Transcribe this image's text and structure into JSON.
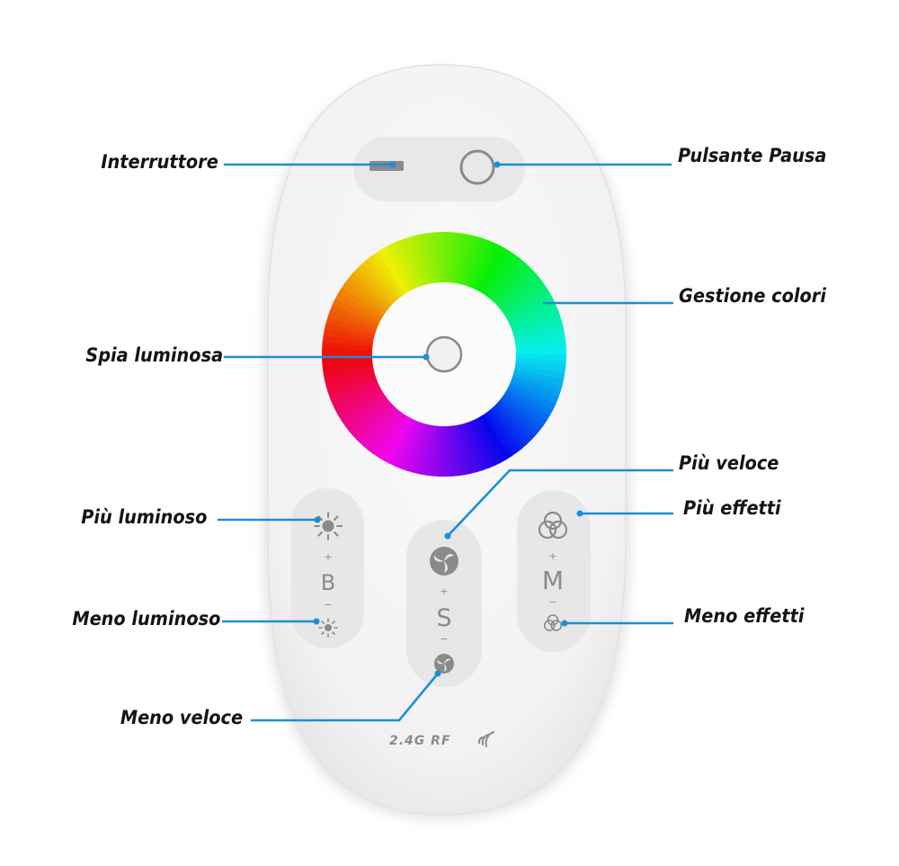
{
  "labels": {
    "interruttore": "Interruttore",
    "pulsante_pausa": "Pulsante Pausa",
    "gestione_colori": "Gestione colori",
    "spia_luminosa": "Spia luminosa",
    "piu_veloce": "Più veloce",
    "piu_effetti": "Più effetti",
    "piu_luminoso": "Più luminoso",
    "meno_luminoso": "Meno luminoso",
    "meno_effetti": "Meno effetti",
    "meno_veloce": "Meno veloce"
  },
  "remote": {
    "brightness_letter": "B",
    "speed_letter": "S",
    "mode_letter": "M",
    "plus": "+",
    "minus": "−",
    "rf_text": "2.4G RF"
  },
  "colors": {
    "leader_line": "#1a8fd6",
    "remote_body": "#f5f5f5",
    "button_pad": "#e7e7e7",
    "icon_gray": "#8a8a8a"
  }
}
